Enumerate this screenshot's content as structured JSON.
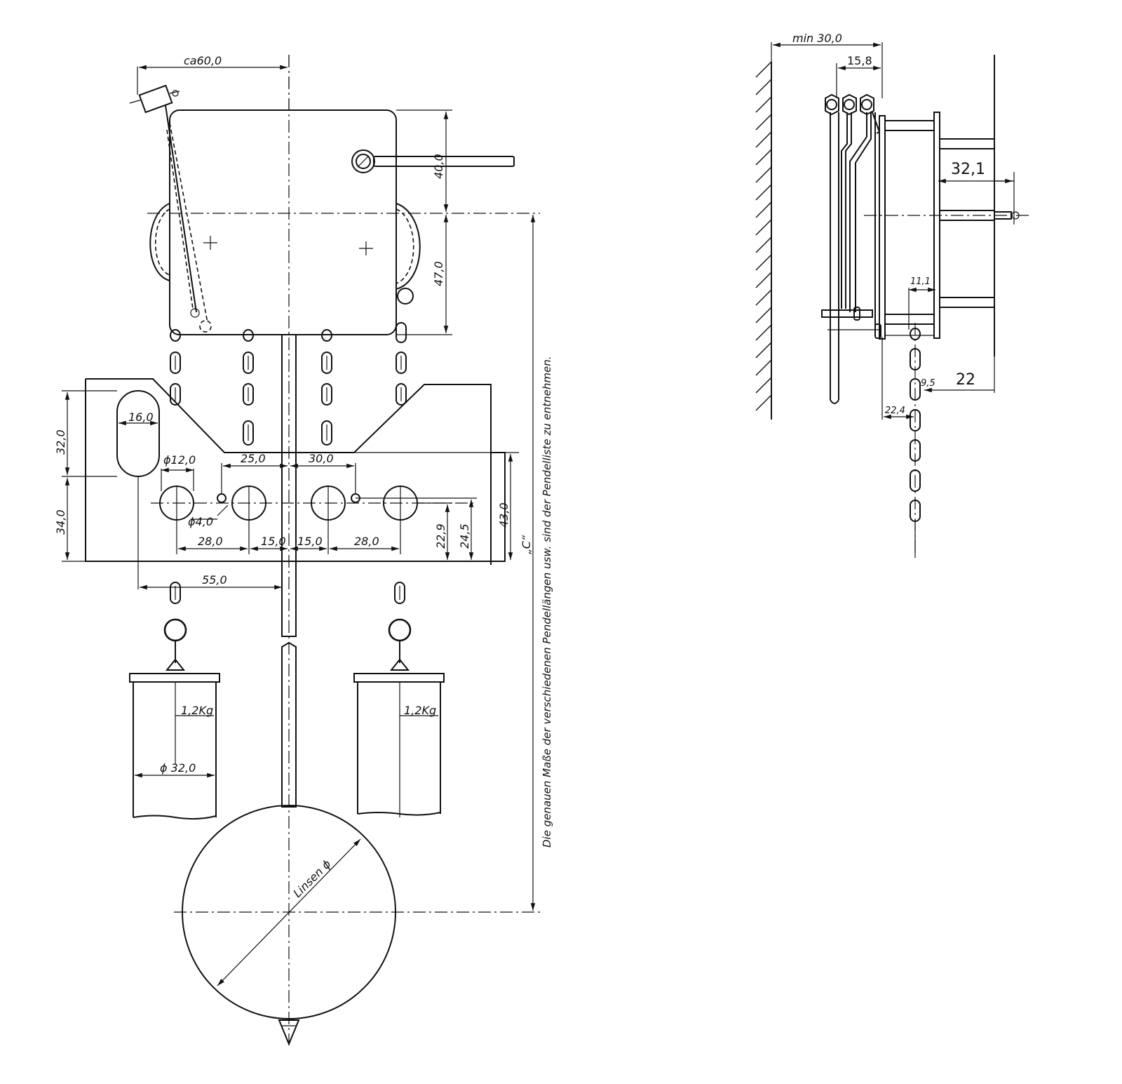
{
  "front_view": {
    "dim_ca60": "ca60,0",
    "dim_40": "40,0",
    "dim_47": "47,0",
    "dim_slot": "16,0",
    "dim_32": "32,0",
    "dim_34": "34,0",
    "dim_d12": "ϕ12,0",
    "dim_25": "25,0",
    "dim_30": "30,0",
    "dim_d4": "ϕ4,0",
    "dim_28_left": "28,0",
    "dim_15_left": "15,0",
    "dim_15_right": "15,0",
    "dim_28_right": "28,0",
    "dim_22_9": "22,9",
    "dim_24_5": "24,5",
    "dim_43": "43,0",
    "dim_55": "55,0",
    "weight_left": "1,2Kg",
    "weight_right": "1,2Kg",
    "dim_d32": "ϕ 32,0",
    "bob_label": "Linsen ϕ",
    "dim_c": "„C“",
    "note": "Die genauen Maße der verschiedenen Pendellängen usw. sind der Pendelliste  zu entnehmen."
  },
  "side_view": {
    "dim_min30": "min 30,0",
    "dim_15_8": "15,8",
    "dim_32_1": "32,1",
    "dim_11_1": "11,1",
    "dim_9_5": "9,5",
    "dim_22": "22",
    "dim_22_4": "22,4"
  }
}
